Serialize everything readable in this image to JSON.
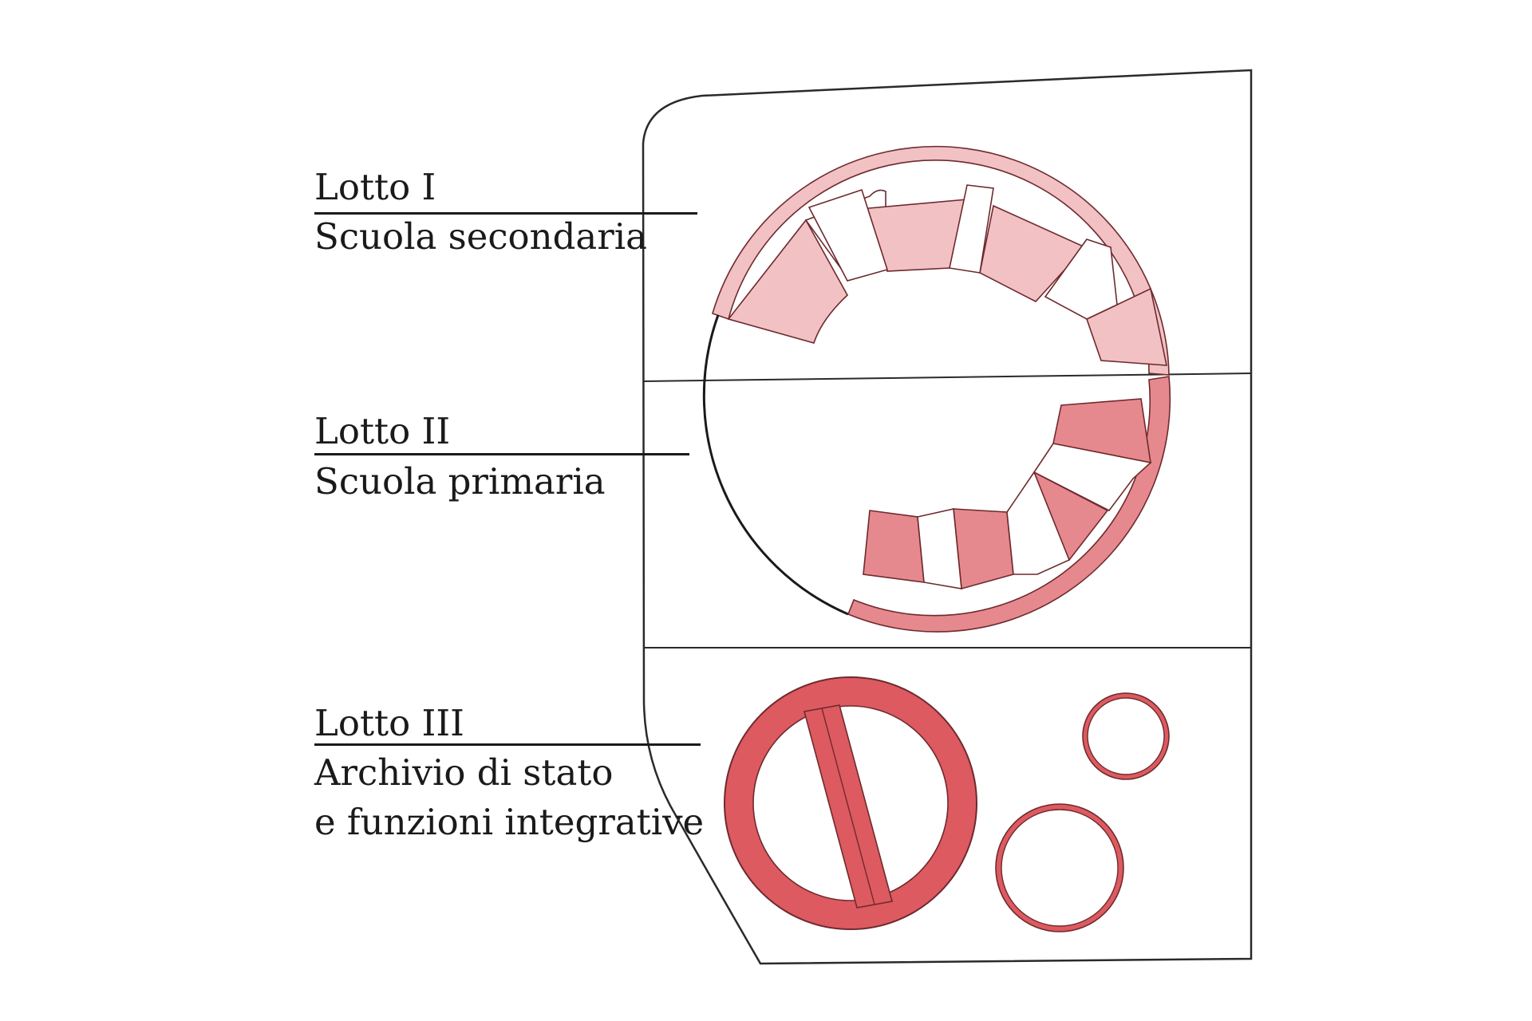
{
  "lots": [
    {
      "title": "Lotto I",
      "description_lines": [
        "Scuola secondaria"
      ]
    },
    {
      "title": "Lotto II",
      "description_lines": [
        "Scuola primaria"
      ]
    },
    {
      "title": "Lotto III",
      "description_lines": [
        "Archivio di stato",
        "e funzioni integrative"
      ]
    }
  ],
  "colors": {
    "lot_1_fill": "#f2c1c3",
    "lot_2_fill": "#e6898e",
    "lot_3_fill": "#dd5a60",
    "outline": "#2a2a2a",
    "building_outline": "#6e2a2e",
    "text": "#1a1a1a"
  }
}
